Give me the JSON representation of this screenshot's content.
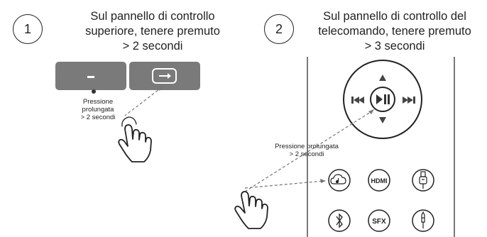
{
  "step1": {
    "number": "1",
    "instruction_lines": [
      "Sul pannello di controllo",
      "superiore, tenere premuto",
      "> 2 secondi"
    ],
    "note_lines": [
      "Pressione",
      "prolungata",
      "> 2 secondi"
    ],
    "minus_label": "–"
  },
  "step2": {
    "number": "2",
    "instruction_lines": [
      "Sul pannello di controllo del",
      "telecomando, tenere premuto",
      "> 3 secondi"
    ],
    "note_lines": [
      "Pressione prolungata",
      "> 2 secondi"
    ],
    "sfx_label": "SFX",
    "hdmi_label": "HDMI"
  },
  "colors": {
    "panel_button": "#7a7a7a",
    "line": "#222222",
    "dashed": "#777777"
  }
}
